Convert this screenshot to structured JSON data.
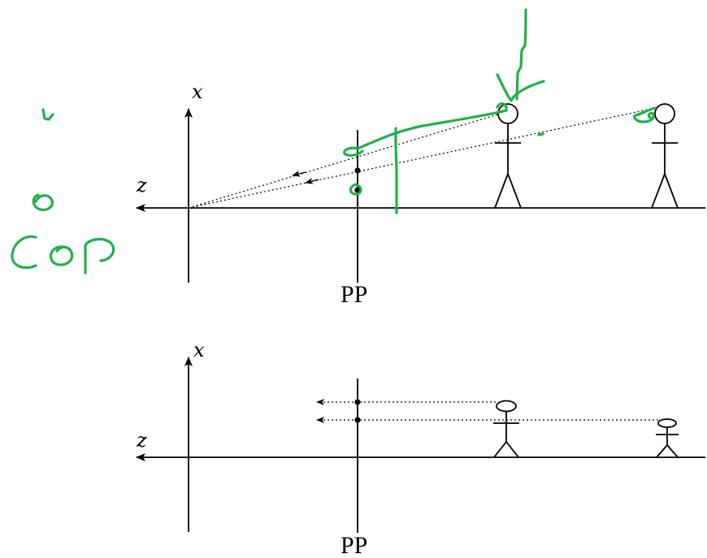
{
  "top_panel": {
    "x_axis_label": "x",
    "z_axis_label": "z",
    "plane_label": "PP"
  },
  "bottom_panel": {
    "x_axis_label": "x",
    "z_axis_label": "z",
    "plane_label": "PP"
  },
  "annotation": {
    "handwritten_text": "Cop",
    "ink_color": "#21b04b"
  },
  "colors": {
    "lines": "#000000",
    "background": "#ffffff"
  }
}
